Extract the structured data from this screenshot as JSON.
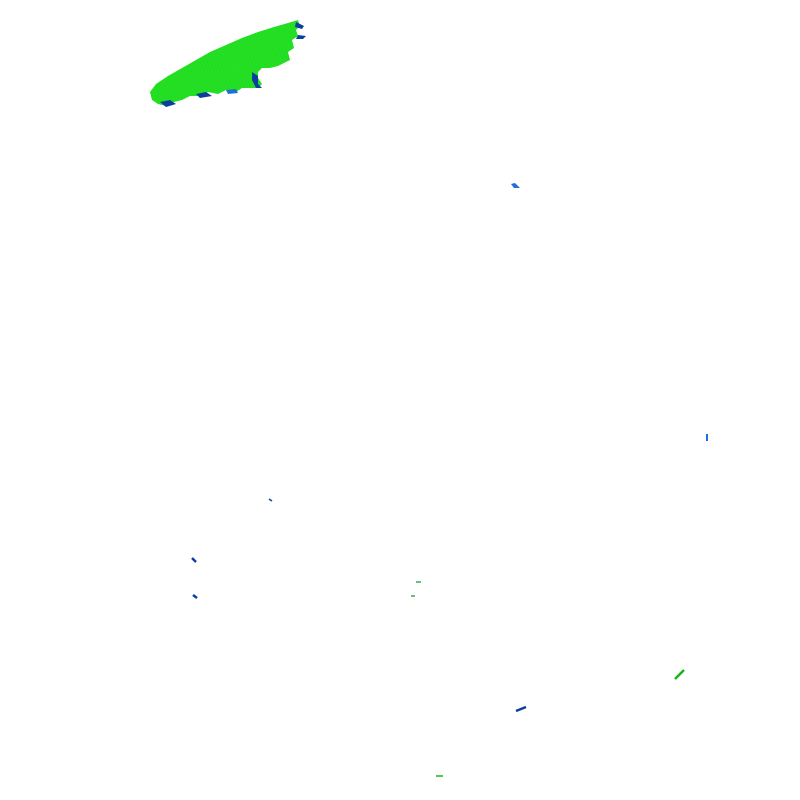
{
  "map": {
    "background_color": "#ffffff",
    "legend_visible": false,
    "colors": {
      "dark_blue": "#0a3fa0",
      "blue": "#1f6fd6",
      "bright_green": "#22e622",
      "green": "#16b516",
      "dark_green": "#0e8f2e"
    },
    "features": [
      {
        "name": "precip-band-northwest",
        "kind": "band",
        "color": "bright_green",
        "edge_color": "dark_blue"
      },
      {
        "name": "echo-north-center",
        "kind": "speck",
        "color": "blue"
      },
      {
        "name": "echo-east",
        "kind": "speck",
        "color": "blue"
      },
      {
        "name": "echo-center-west",
        "kind": "speck",
        "color": "dark_blue"
      },
      {
        "name": "echo-west-1",
        "kind": "speck",
        "color": "dark_blue"
      },
      {
        "name": "echo-west-2",
        "kind": "speck",
        "color": "dark_blue"
      },
      {
        "name": "echo-center-1",
        "kind": "speck",
        "color": "dark_green"
      },
      {
        "name": "echo-center-2",
        "kind": "speck",
        "color": "dark_green"
      },
      {
        "name": "echo-southeast",
        "kind": "speck",
        "color": "green"
      },
      {
        "name": "echo-south-center",
        "kind": "speck",
        "color": "blue"
      },
      {
        "name": "echo-south",
        "kind": "speck",
        "color": "green"
      }
    ]
  }
}
